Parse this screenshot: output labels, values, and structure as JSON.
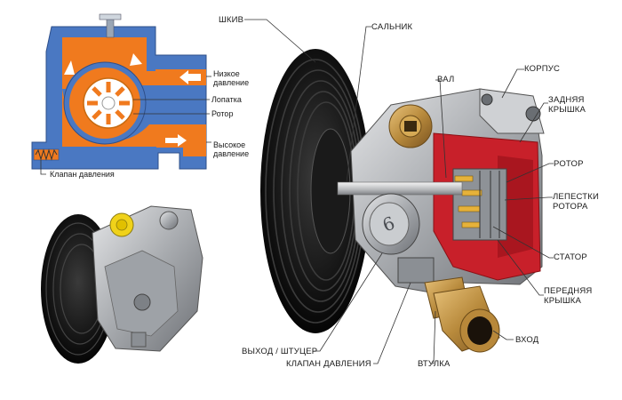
{
  "schematic": {
    "low_pressure": [
      "Низкое",
      "давление"
    ],
    "vane": "Лопатка",
    "rotor": "Ротор",
    "high_pressure": [
      "Высокое",
      "давление"
    ],
    "pressure_valve": "Клапан давления"
  },
  "cutaway": {
    "pulley": "ШКИВ",
    "seal": "САЛЬНИК",
    "shaft": "ВАЛ",
    "housing": "КОРПУС",
    "rear_cover": [
      "ЗАДНЯЯ",
      "КРЫШКА"
    ],
    "rotor": "РОТОР",
    "rotor_vanes": [
      "ЛЕПЕСТКИ",
      "РОТОРА"
    ],
    "stator": "СТАТОР",
    "front_cover": [
      "ПЕРЕДНЯЯ",
      "КРЫШКА"
    ],
    "inlet": "ВХОД",
    "outlet": "ВЫХОД / ШТУЦЕР",
    "pressure_valve": "КЛАПАН ДАВЛЕНИЯ",
    "bushing": "ВТУЛКА",
    "fitting_mark": "6"
  },
  "colors": {
    "housing_blue": "#4a78c2",
    "oil_orange": "#f07a1e",
    "red_paint": "#c8202a",
    "metal": "#b8babd",
    "pulley_black": "#1c1c1c"
  }
}
